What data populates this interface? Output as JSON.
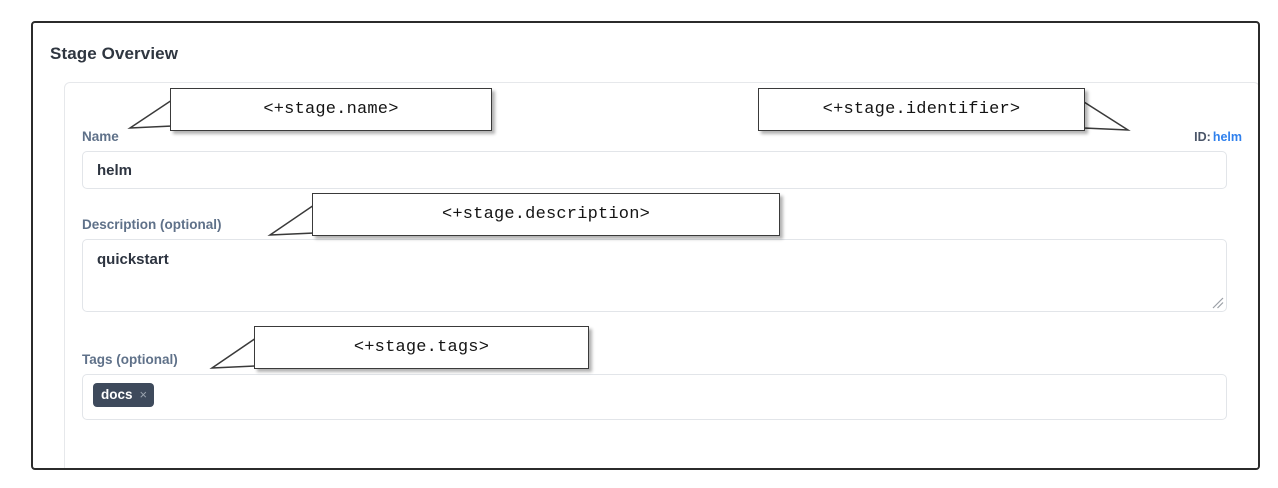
{
  "section": {
    "title": "Stage Overview"
  },
  "identifier": {
    "prefix": "ID:",
    "value": "helm"
  },
  "fields": {
    "name": {
      "label": "Name",
      "value": "helm",
      "placeholder": ""
    },
    "description": {
      "label": "Description (optional)",
      "value": "quickstart",
      "placeholder": ""
    },
    "tags": {
      "label": "Tags (optional)",
      "placeholder": "",
      "chips": [
        {
          "label": "docs",
          "remove": "×"
        }
      ]
    }
  },
  "annotations": {
    "name": "<+stage.name>",
    "identifier": "<+stage.identifier>",
    "description": "<+stage.description>",
    "tags": "<+stage.tags>"
  },
  "colors": {
    "frame_border": "#2b2b2b",
    "label": "#5f7189",
    "title": "#2f3640",
    "link": "#2f80ed",
    "chip_bg": "#3e4a5c",
    "input_border": "#e2e5e9"
  }
}
